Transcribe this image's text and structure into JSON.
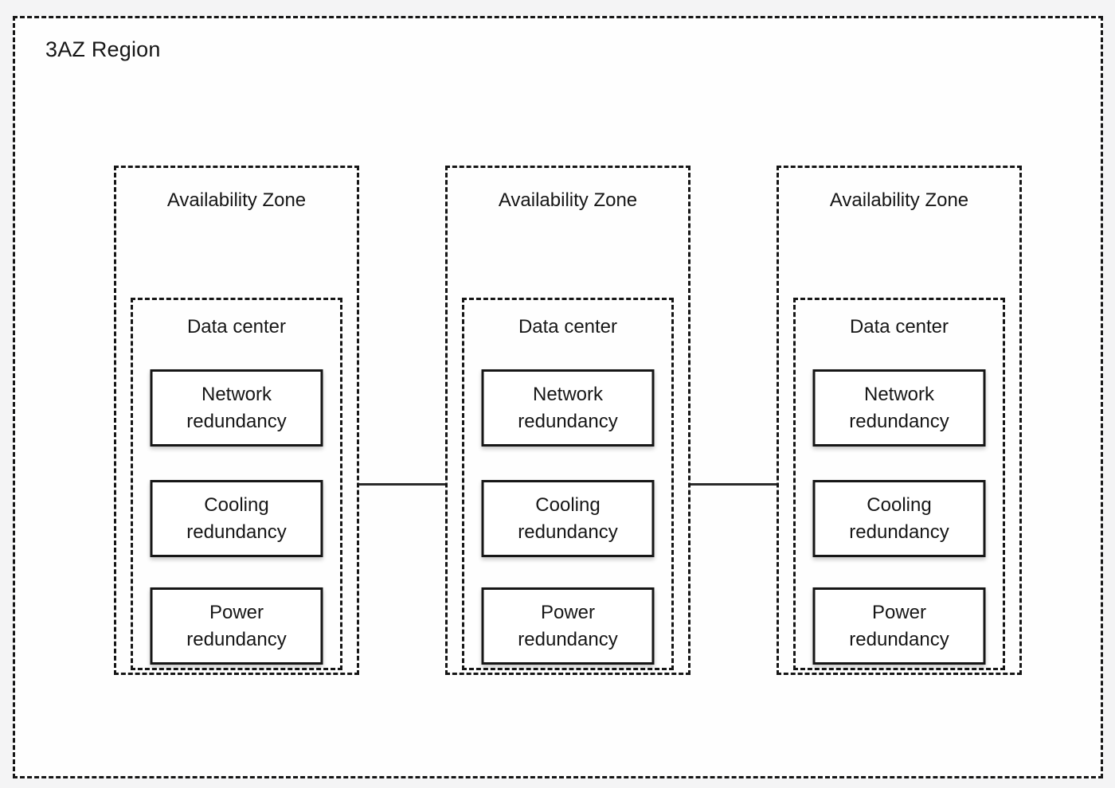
{
  "diagram": {
    "region": {
      "label": "3AZ Region"
    },
    "zones": [
      {
        "label": "Availability Zone",
        "datacenter": {
          "label": "Data center",
          "components": [
            {
              "label": "Network redundancy"
            },
            {
              "label": "Cooling redundancy"
            },
            {
              "label": "Power redundancy"
            }
          ]
        }
      },
      {
        "label": "Availability Zone",
        "datacenter": {
          "label": "Data center",
          "components": [
            {
              "label": "Network redundancy"
            },
            {
              "label": "Cooling redundancy"
            },
            {
              "label": "Power redundancy"
            }
          ]
        }
      },
      {
        "label": "Availability Zone",
        "datacenter": {
          "label": "Data center",
          "components": [
            {
              "label": "Network redundancy"
            },
            {
              "label": "Cooling redundancy"
            },
            {
              "label": "Power redundancy"
            }
          ]
        }
      }
    ],
    "connectors": [
      {
        "from": "zone-1-datacenter",
        "to": "zone-2-datacenter"
      },
      {
        "from": "zone-2-datacenter",
        "to": "zone-3-datacenter"
      }
    ],
    "colors": {
      "line": "#161616",
      "box_background": "#ffffff",
      "canvas_background": "#f4f4f5"
    }
  }
}
